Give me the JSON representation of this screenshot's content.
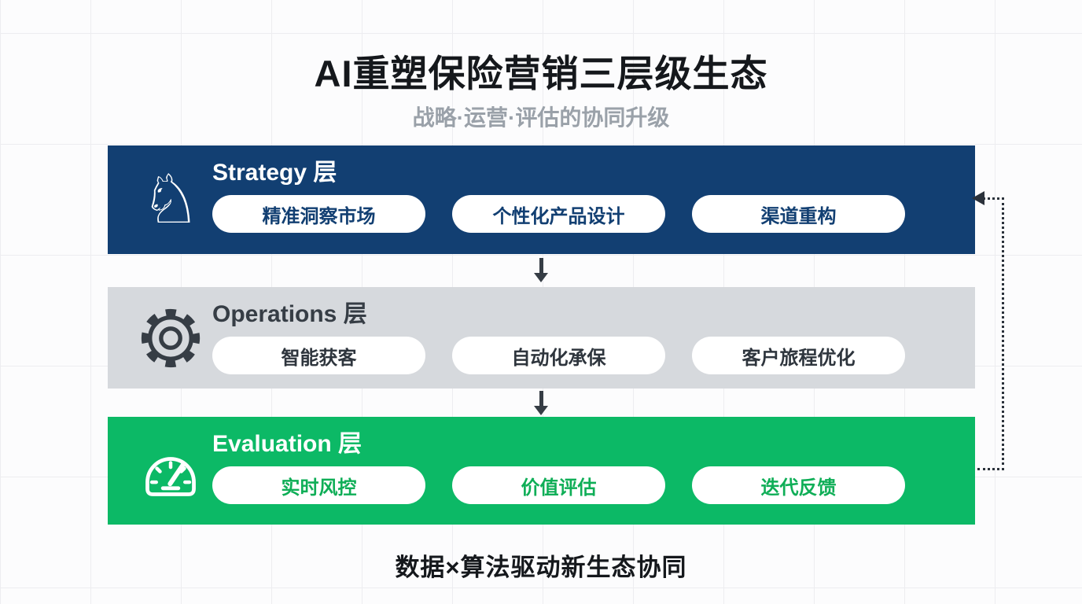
{
  "title": "AI重塑保险营销三层级生态",
  "subtitle": "战略·运营·评估的协同升级",
  "footer": "数据×算法驱动新生态协同",
  "colors": {
    "strategy_blue": "#123f72",
    "operations_gray": "#d6d9dd",
    "evaluation_green": "#0cb966",
    "pill_background": "#ffffff",
    "arrow_dark": "#363d45",
    "subtitle_gray": "#9aa1a9",
    "title_black": "#15181c"
  },
  "icons": {
    "strategy": "knight-chess-icon",
    "strategy_glyph": "♘",
    "operations": "gear-icon",
    "evaluation": "gauge-icon"
  },
  "layers": [
    {
      "name": "Strategy 层",
      "pills": [
        "精准洞察市场",
        "个性化产品设计",
        "渠道重构"
      ]
    },
    {
      "name": "Operations 层",
      "pills": [
        "智能获客",
        "自动化承保",
        "客户旅程优化"
      ]
    },
    {
      "name": "Evaluation 层",
      "pills": [
        "实时风控",
        "价值评估",
        "迭代反馈"
      ]
    }
  ]
}
